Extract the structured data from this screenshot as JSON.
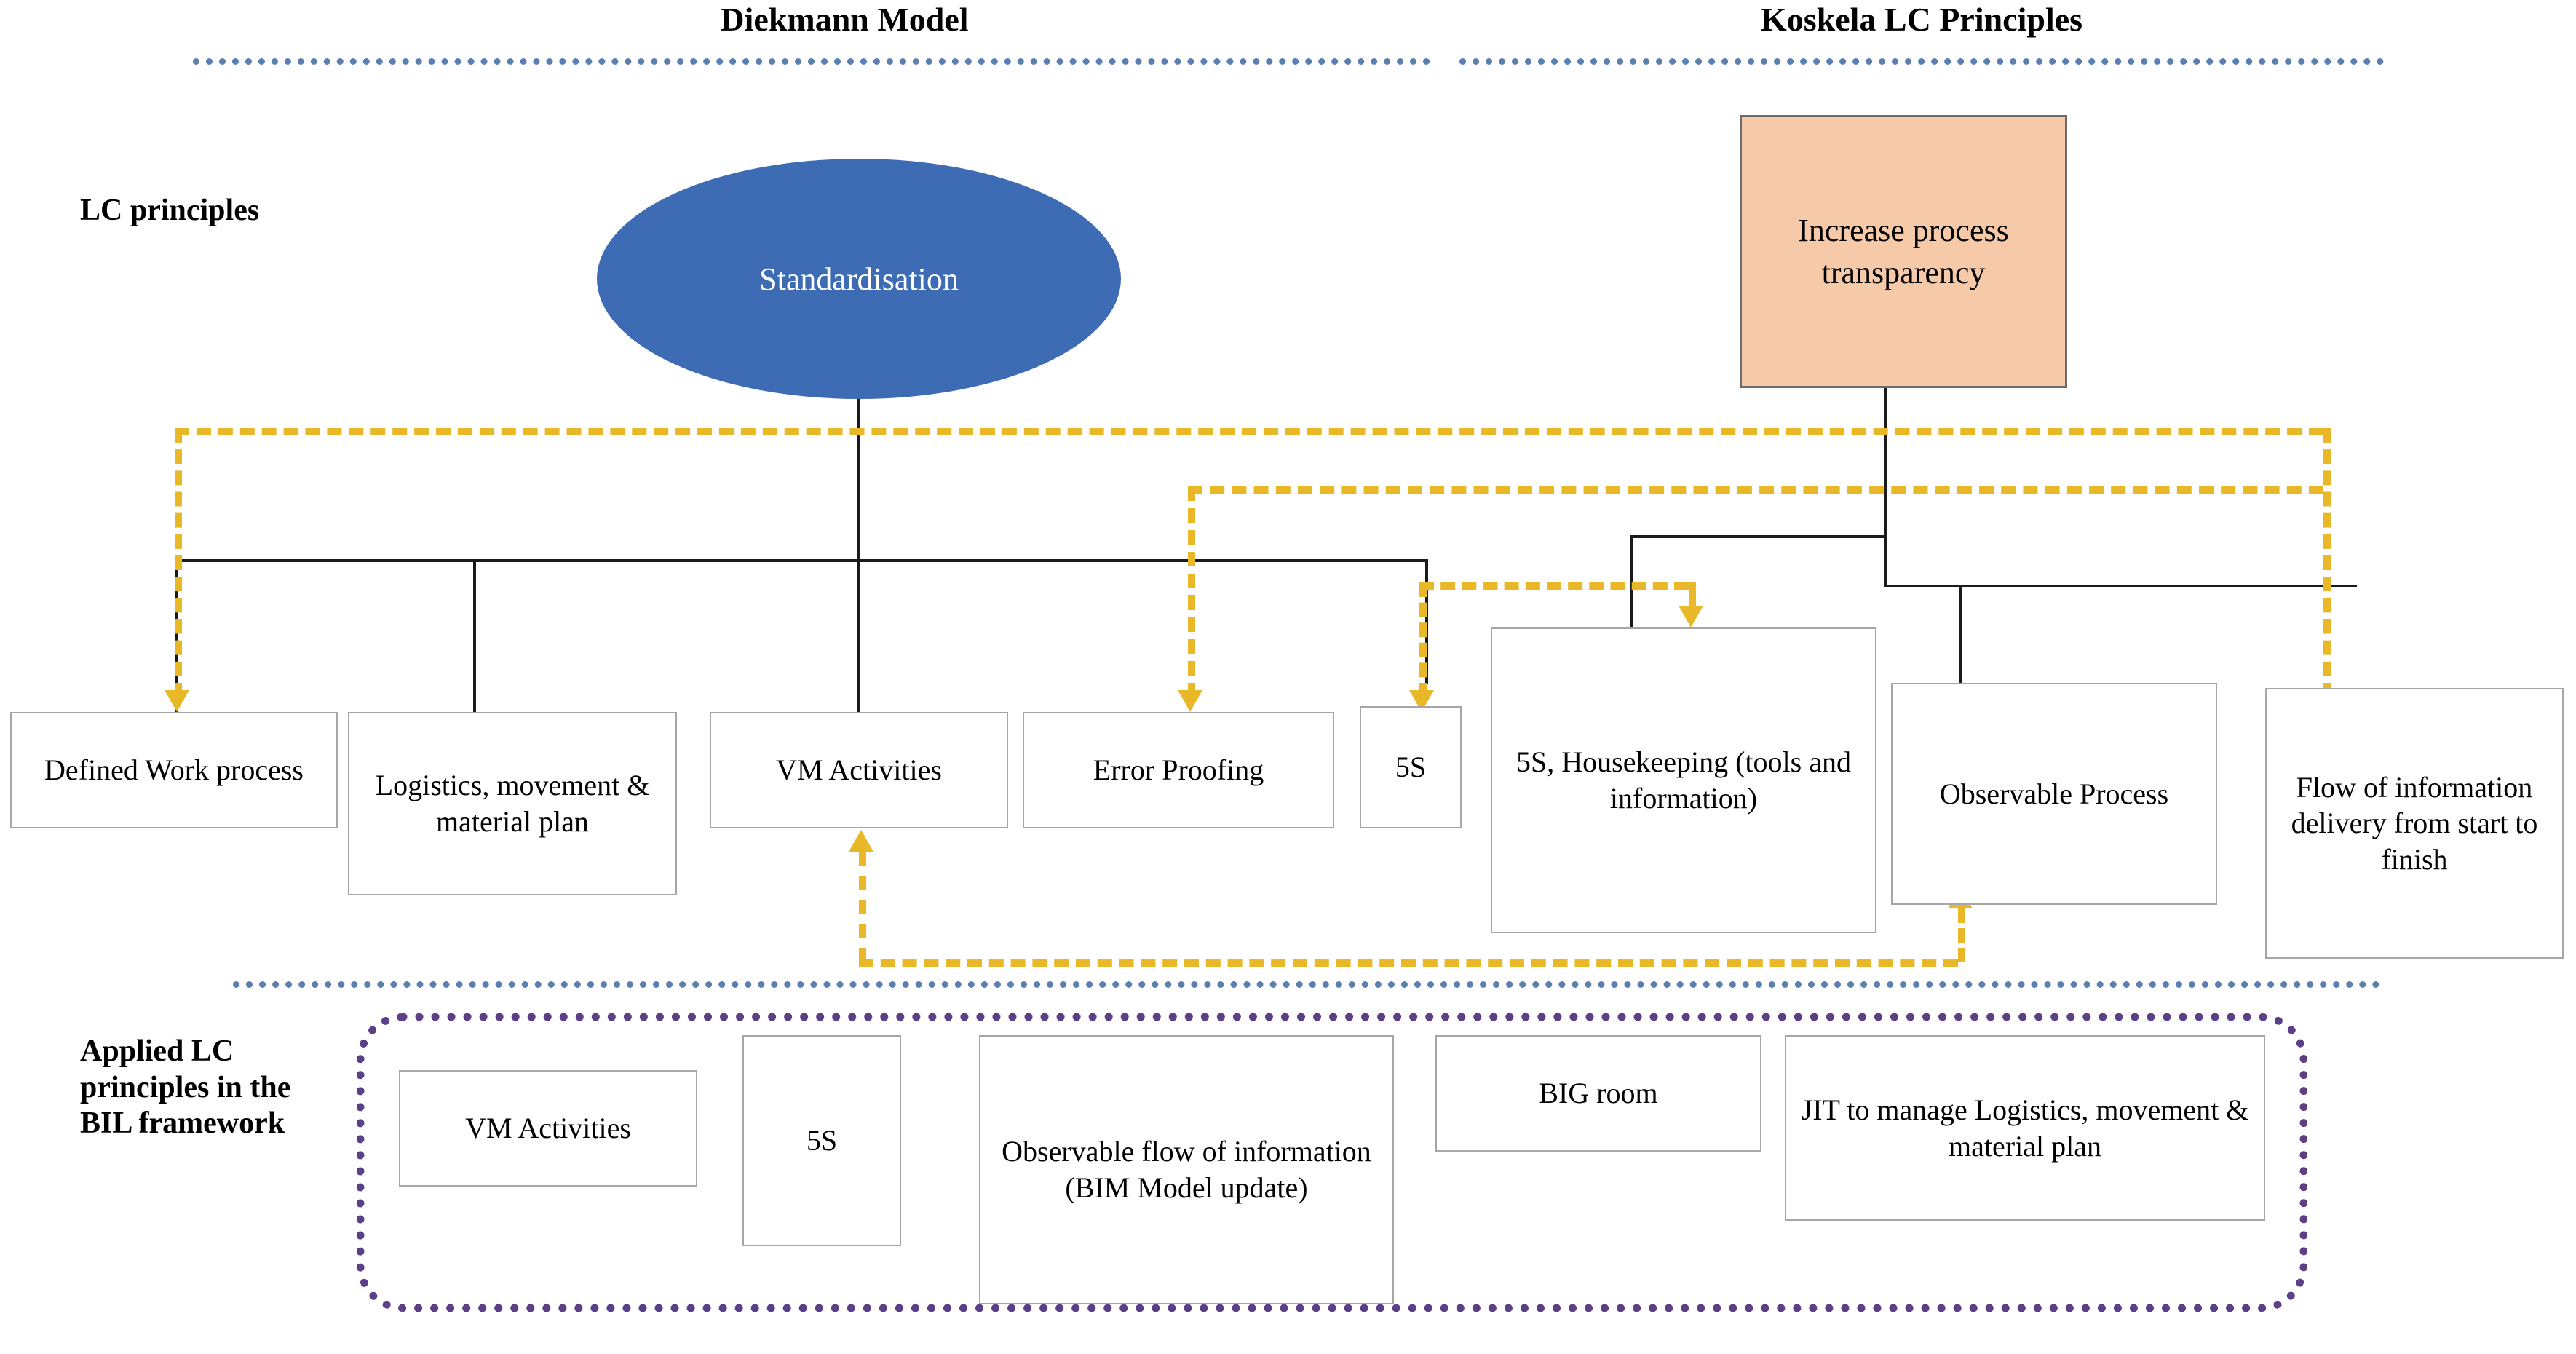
{
  "headers": {
    "left": "Diekmann Model",
    "right": "Koskela LC Principles"
  },
  "row_labels": {
    "lc_principles": "LC principles",
    "applied": "Applied LC principles in the BIL framework"
  },
  "top_nodes": {
    "standardisation": "Standardisation",
    "increase_transparency": "Increase process transparency"
  },
  "middle_row": [
    {
      "id": "defined-work-process",
      "label": "Defined Work process"
    },
    {
      "id": "logistics-movement-material-plan",
      "label": "Logistics, movement & material plan"
    },
    {
      "id": "vm-activities",
      "label": "VM Activities"
    },
    {
      "id": "error-proofing",
      "label": "Error Proofing"
    },
    {
      "id": "5s",
      "label": "5S"
    },
    {
      "id": "5s-housekeeping",
      "label": "5S, Housekeeping (tools and information)"
    },
    {
      "id": "observable-process",
      "label": "Observable Process"
    },
    {
      "id": "flow-of-information",
      "label": "Flow of information delivery from start to finish"
    }
  ],
  "bottom_row": [
    {
      "id": "vm-activities-applied",
      "label": "VM Activities"
    },
    {
      "id": "5s-applied",
      "label": "5S"
    },
    {
      "id": "observable-flow-bim",
      "label": "Observable flow of information (BIM Model update)"
    },
    {
      "id": "big-room",
      "label": "BIG room"
    },
    {
      "id": "jit-logistics",
      "label": "JIT to manage Logistics, movement & material plan"
    }
  ],
  "colors": {
    "ellipse_fill": "#3d6cb5",
    "orange_fill": "#f6caa8",
    "connector_yellow": "#e8b828",
    "separator_blue": "#5a7fb0",
    "frame_purple": "#5b3f87",
    "box_border": "#a6a6a6"
  }
}
